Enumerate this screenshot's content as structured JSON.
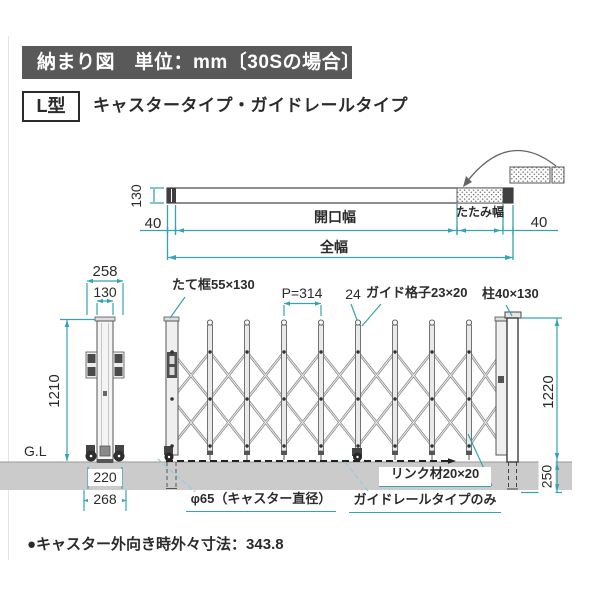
{
  "header": {
    "title": "納まり図　単位：mm〔30Sの場合〕"
  },
  "subheader": {
    "type": "L型",
    "description": "キャスタータイプ・ガイドレールタイプ"
  },
  "plan_view": {
    "bar_height": "130",
    "left_post_width": "40",
    "right_post_width": "40",
    "opening_width_label": "開口幅",
    "folded_width_label": "たたみ幅",
    "total_width_label": "全幅"
  },
  "elevation_view": {
    "post_overall_width": "258",
    "post_width": "130",
    "post_height": "1210",
    "ground_level_label": "G.L",
    "base_width_inner": "220",
    "base_width_outer": "268",
    "stile_label": "たて框55×130",
    "pitch_label": "P=314",
    "bar_width": "24",
    "guide_lattice_label": "ガイド格子23×20",
    "pillar_label": "柱40×130",
    "gate_height": "1220",
    "embed_depth": "250",
    "caster_diameter_label": "φ65（キャスター直径）",
    "guide_rail_note": "ガイドレールタイプのみ",
    "link_label": "リンク材20×20"
  },
  "footnote": "●キャスター外向き時外々寸法：343.8",
  "colors": {
    "dimension": "#35a2b5",
    "header_bg": "#595959",
    "ground": "#cbcbcb",
    "leader_light": "#8ecfdd"
  }
}
